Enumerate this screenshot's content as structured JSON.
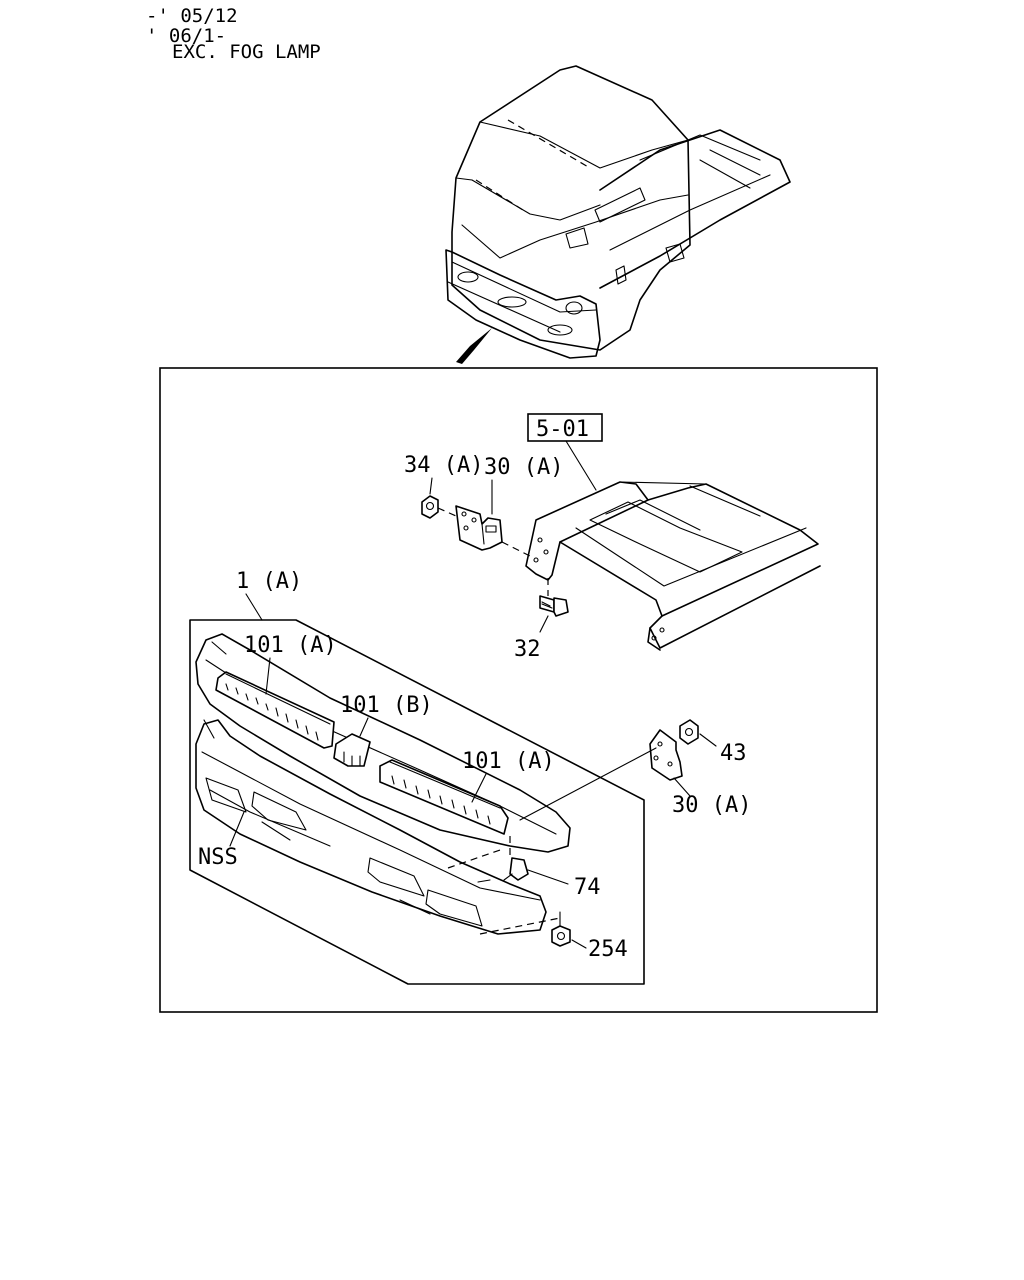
{
  "header": {
    "line1": "-' 05/12",
    "line2": "' 06/1-",
    "line3": "EXC. FOG LAMP"
  },
  "reference_box": "5-01",
  "callouts": {
    "nut_34a": "34 (A)",
    "bracket_30a_top": "30 (A)",
    "bumper_assembly": "1 (A)",
    "bolt_32": "32",
    "pad_101a_left": "101 (A)",
    "pad_101b": "101 (B)",
    "pad_101a_right": "101 (A)",
    "nut_43": "43",
    "bracket_30a_right": "30 (A)",
    "nss": "NSS",
    "clip_74": "74",
    "nut_254": "254"
  }
}
